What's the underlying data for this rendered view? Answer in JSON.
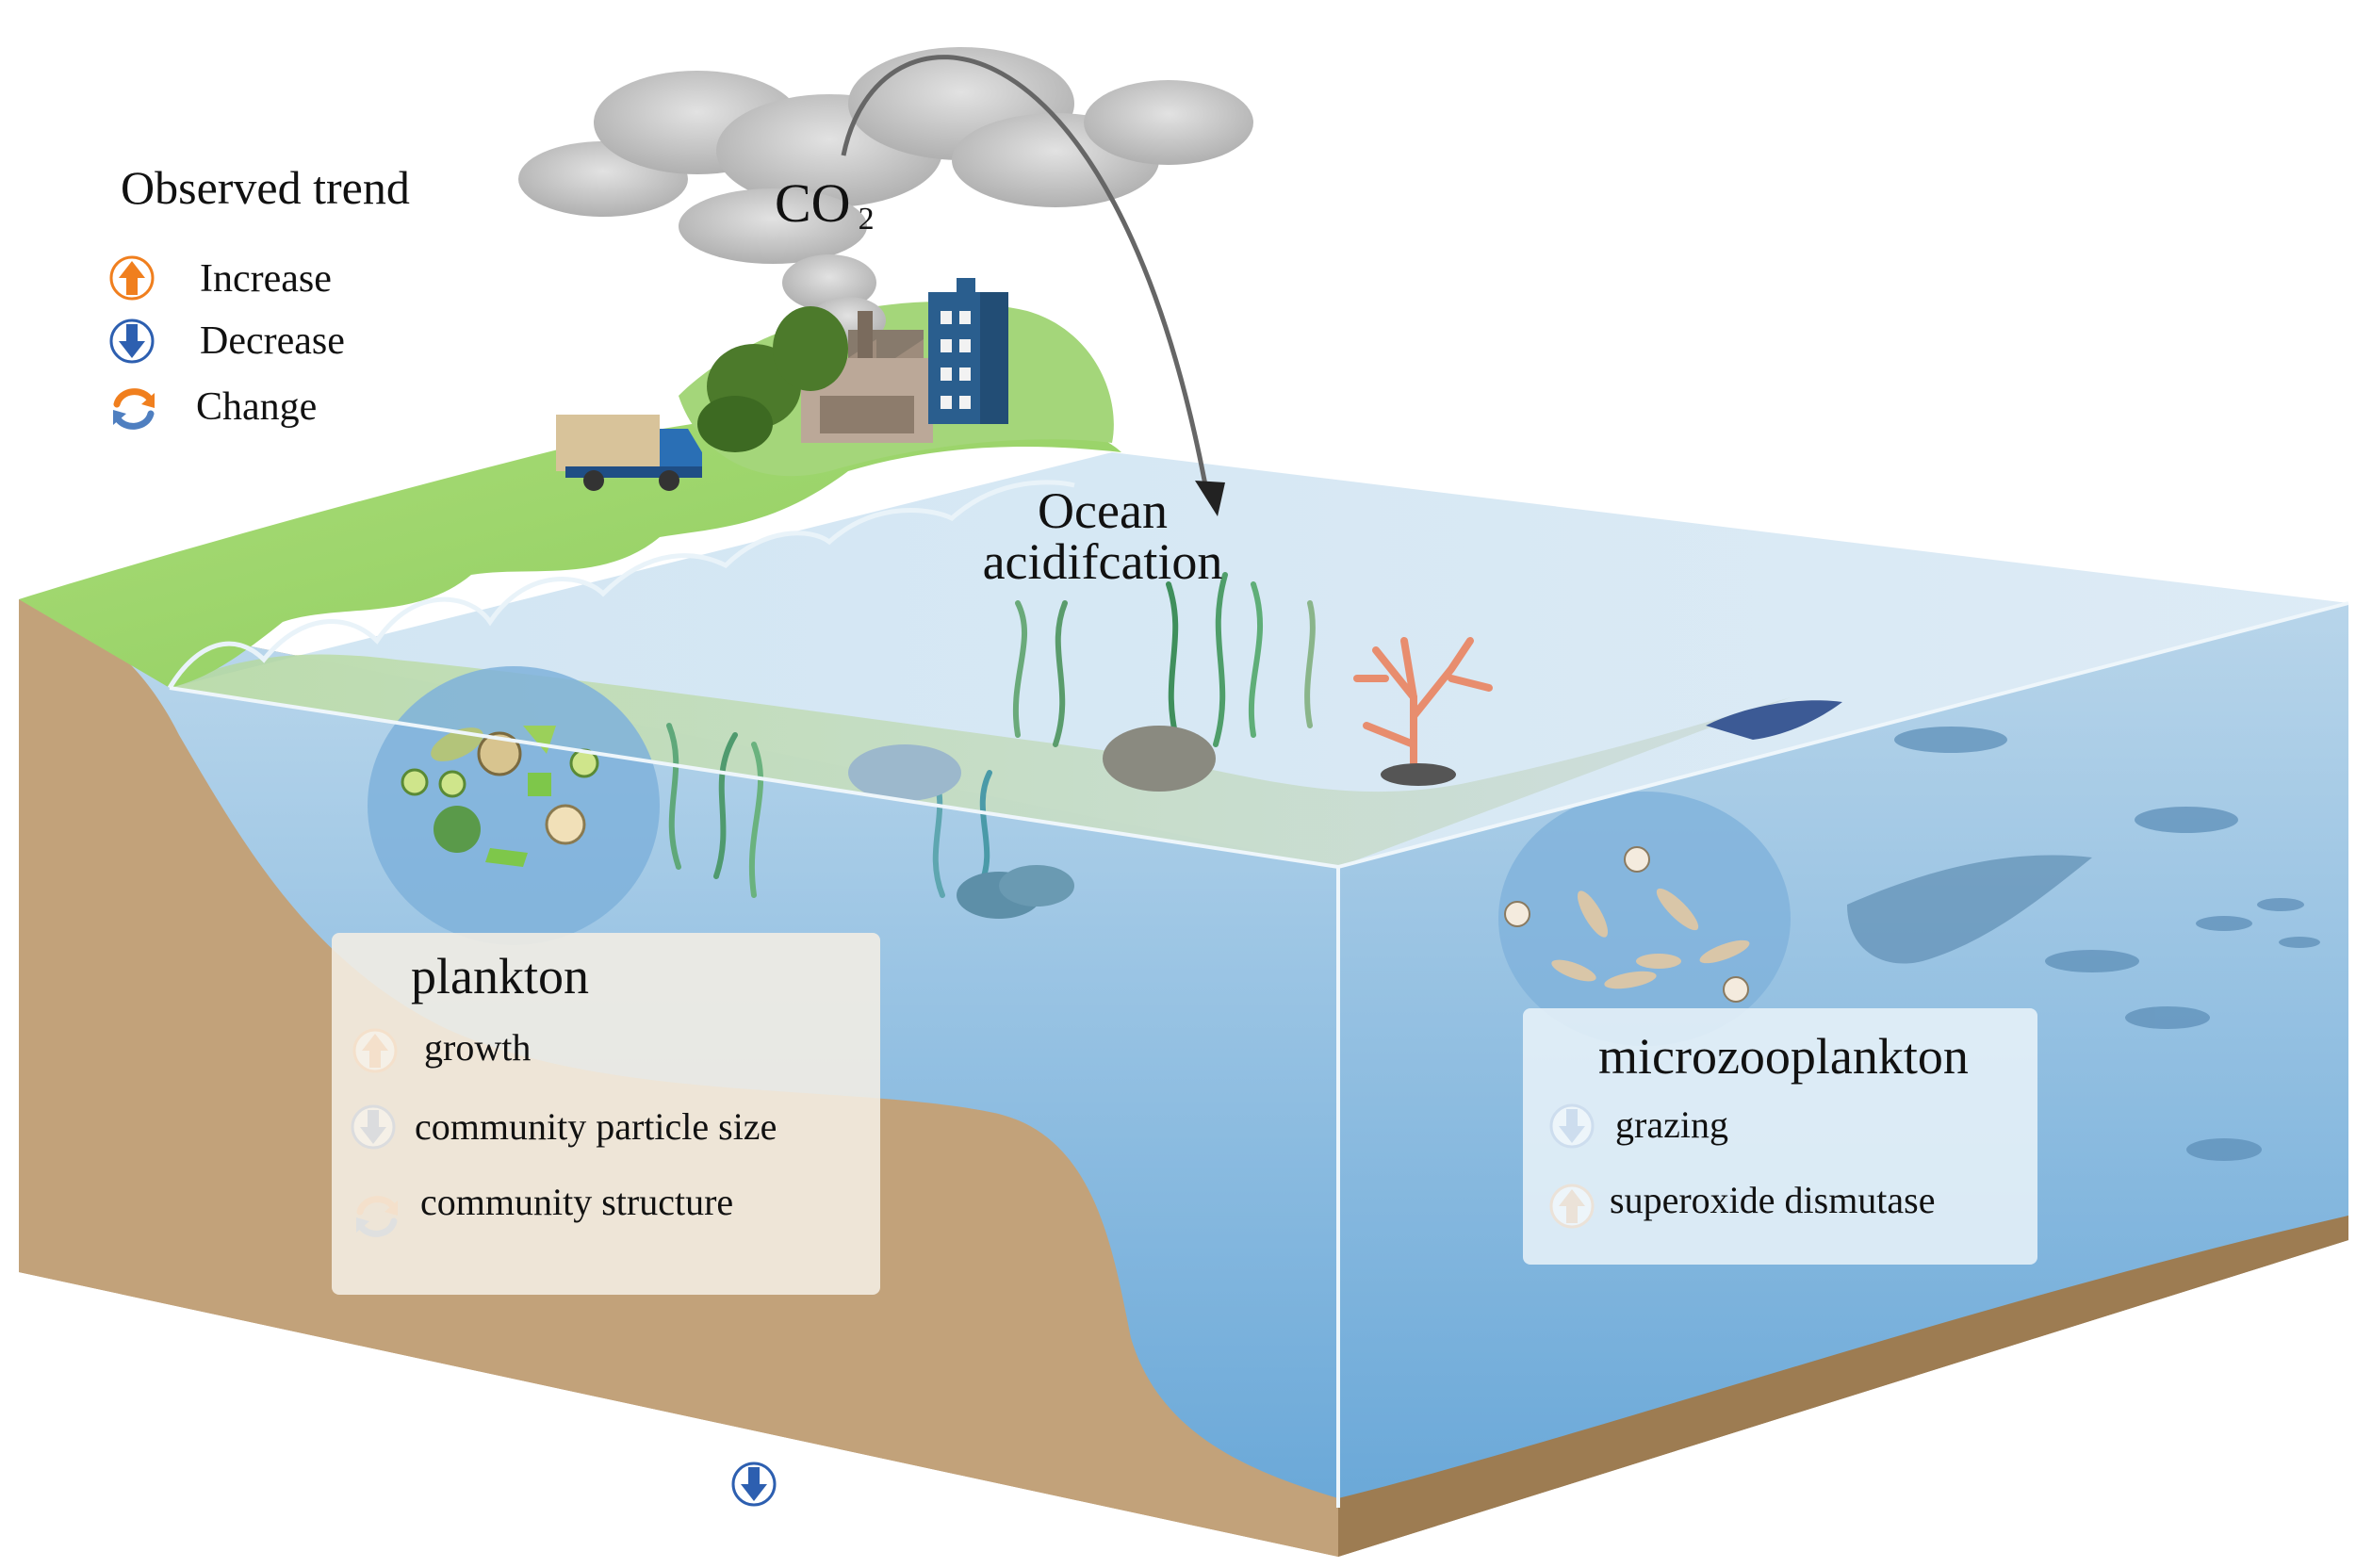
{
  "legend": {
    "title": "Observed trend",
    "items": [
      {
        "icon": "increase-arrow-icon",
        "label": "Increase"
      },
      {
        "icon": "decrease-arrow-icon",
        "label": "Decrease"
      },
      {
        "icon": "change-cycle-icon",
        "label": "Change"
      }
    ]
  },
  "emission": {
    "label_main": "CO",
    "label_sub": "2"
  },
  "ocean": {
    "label_line1": "Ocean",
    "label_line2": "acidifcation"
  },
  "plankton": {
    "title": "plankton",
    "items": [
      {
        "trend": "increase",
        "label": "growth"
      },
      {
        "trend": "decrease",
        "label": "community  particle size"
      },
      {
        "trend": "change",
        "label": "community structure"
      }
    ]
  },
  "microzooplankton": {
    "title": "microzooplankton",
    "items": [
      {
        "trend": "decrease",
        "label": "grazing"
      },
      {
        "trend": "increase",
        "label": "superoxide dismutase"
      }
    ]
  },
  "colors": {
    "increase": "#f07f1e",
    "decrease": "#2d5fb0",
    "land": "#c2a27a",
    "grass": "#9ad36a",
    "water_light": "#d6e8f4",
    "water_deep": "#6aa8d8"
  }
}
